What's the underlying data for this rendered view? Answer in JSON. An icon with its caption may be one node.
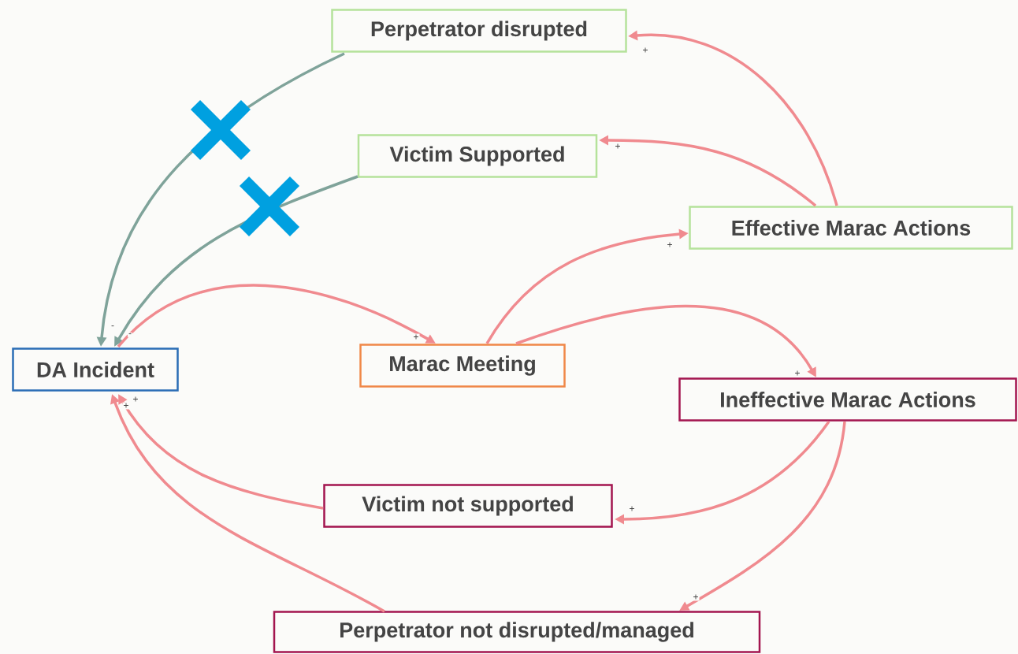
{
  "diagram": {
    "nodes": [
      {
        "text": [
          "Perpetrator disrupted"
        ]
      },
      {
        "text": [
          "Victim Supported"
        ]
      },
      {
        "text": [
          "Effective Marac Actions"
        ]
      },
      {
        "text": [
          "DA Incident"
        ]
      },
      {
        "text": [
          "Marac Meeting"
        ]
      },
      {
        "text": [
          "Ineffective Marac Actions"
        ]
      },
      {
        "text": [
          "Victim not supported"
        ]
      },
      {
        "text": [
          "Perpetrator not disrupted/managed"
        ]
      }
    ],
    "edges": [
      {
        "from": 0,
        "to": 3,
        "arrow": "to",
        "label": "-",
        "color": "#7fa39a"
      },
      {
        "from": 1,
        "to": 3,
        "arrow": "to",
        "label": "-",
        "color": "#7fa39a"
      },
      {
        "from": 3,
        "to": 4,
        "arrow": "to",
        "label": "+"
      },
      {
        "from": 4,
        "to": 2,
        "arrow": "to",
        "label": "+"
      },
      {
        "from": 4,
        "to": 5,
        "arrow": "to",
        "label": "+"
      },
      {
        "from": 2,
        "to": 0,
        "arrow": "to",
        "label": "+"
      },
      {
        "from": 2,
        "to": 1,
        "arrow": "to",
        "label": "+"
      },
      {
        "from": 5,
        "to": 6,
        "arrow": "to",
        "label": "+"
      },
      {
        "from": 5,
        "to": 7,
        "arrow": "to",
        "label": "+"
      },
      {
        "from": 6,
        "to": 3,
        "arrow": "to",
        "label": "+"
      },
      {
        "from": 7,
        "to": 3,
        "arrow": "to",
        "label": "+"
      }
    ]
  }
}
